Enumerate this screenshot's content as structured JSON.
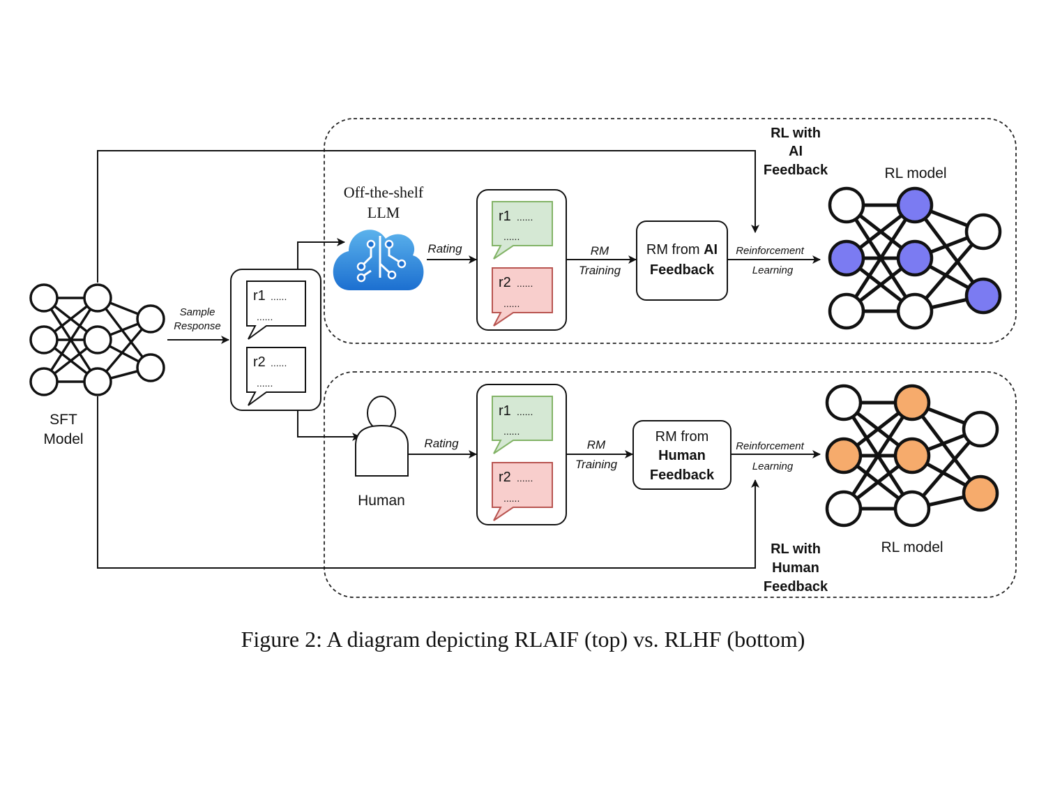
{
  "sft_model": {
    "line1": "SFT",
    "line2": "Model"
  },
  "sample_response": {
    "line1": "Sample",
    "line2": "Response"
  },
  "responses": {
    "r1": "r1",
    "r2": "r2",
    "dots": "......"
  },
  "top": {
    "llm_line1": "Off-the-shelf",
    "llm_line2": "LLM",
    "rating": "Rating",
    "rm_training_1": "RM",
    "rm_training_2": "Training",
    "rm_box_1a": "RM from ",
    "rm_box_1b": "AI",
    "rm_box_2": "Feedback",
    "rl_1": "Reinforcement",
    "rl_2": "Learning",
    "feedback_label": [
      "RL with",
      "AI",
      "Feedback"
    ],
    "rl_model": "RL model"
  },
  "bottom": {
    "human": "Human",
    "rating": "Rating",
    "rm_training_1": "RM",
    "rm_training_2": "Training",
    "rm_box_1": "RM from",
    "rm_box_2": "Human",
    "rm_box_3": "Feedback",
    "rl_1": "Reinforcement",
    "rl_2": "Learning",
    "feedback_label": [
      "RL with",
      "Human",
      "Feedback"
    ],
    "rl_model": "RL model"
  },
  "colors": {
    "ai_node": "#7b7bf2",
    "human_node": "#f6ab6c",
    "green_fill": "#d5e8d4",
    "green_stroke": "#82b366",
    "red_fill": "#f8cecc",
    "red_stroke": "#b85450",
    "cloud_light": "#5bb2ec",
    "cloud_dark": "#1c6fd0"
  },
  "caption": "Figure 2: A diagram depicting RLAIF (top) vs. RLHF (bottom)"
}
